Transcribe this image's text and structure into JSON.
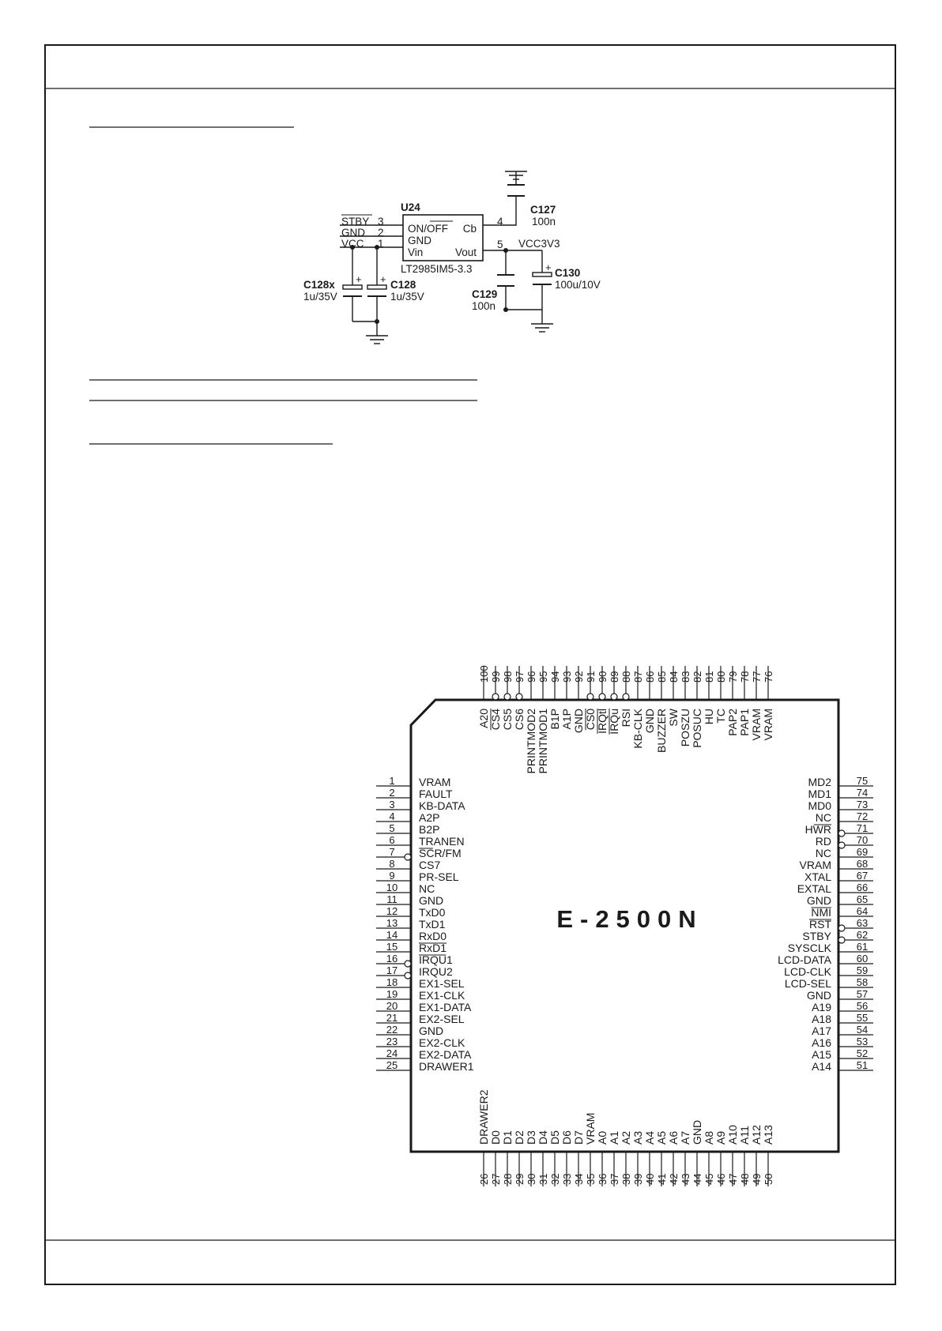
{
  "power": {
    "ref": "U24",
    "part": "LT2985IM5-3.3",
    "inner_left": [
      "ON/OFF",
      "GND",
      "Vin"
    ],
    "inner_right": [
      "Cb",
      "Vout"
    ],
    "signals": [
      "STBY",
      "GND",
      "VCC"
    ],
    "pin_numbers": [
      "3",
      "2",
      "1",
      "4",
      "5"
    ],
    "net_out": "VCC3V3",
    "caps": [
      {
        "ref": "C127",
        "value": "100n"
      },
      {
        "ref": "C128x",
        "value": "1u/35V"
      },
      {
        "ref": "C128",
        "value": "1u/35V"
      },
      {
        "ref": "C129",
        "value": "100n"
      },
      {
        "ref": "C130",
        "value": "100u/10V"
      }
    ],
    "polarity_mark": "+"
  },
  "chip": {
    "name": "E-2500N",
    "left": [
      {
        "n": "1",
        "s": "VRAM"
      },
      {
        "n": "2",
        "s": "FAULT"
      },
      {
        "n": "3",
        "s": "KB-DATA"
      },
      {
        "n": "4",
        "s": "A2P"
      },
      {
        "n": "5",
        "s": "B2P"
      },
      {
        "n": "6",
        "s": "TRANEN"
      },
      {
        "n": "7",
        "s": "SCR/FM"
      },
      {
        "n": "8",
        "s": "CS7"
      },
      {
        "n": "9",
        "s": "PR-SEL"
      },
      {
        "n": "10",
        "s": "NC"
      },
      {
        "n": "11",
        "s": "GND"
      },
      {
        "n": "12",
        "s": "TxD0"
      },
      {
        "n": "13",
        "s": "TxD1"
      },
      {
        "n": "14",
        "s": "RxD0"
      },
      {
        "n": "15",
        "s": "RxD1"
      },
      {
        "n": "16",
        "s": "IRQU1"
      },
      {
        "n": "17",
        "s": "IRQU2"
      },
      {
        "n": "18",
        "s": "EX1-SEL"
      },
      {
        "n": "19",
        "s": "EX1-CLK"
      },
      {
        "n": "20",
        "s": "EX1-DATA"
      },
      {
        "n": "21",
        "s": "EX2-SEL"
      },
      {
        "n": "22",
        "s": "GND"
      },
      {
        "n": "23",
        "s": "EX2-CLK"
      },
      {
        "n": "24",
        "s": "EX2-DATA"
      },
      {
        "n": "25",
        "s": "DRAWER1"
      }
    ],
    "right": [
      {
        "n": "75",
        "s": "MD2"
      },
      {
        "n": "74",
        "s": "MD1"
      },
      {
        "n": "73",
        "s": "MD0"
      },
      {
        "n": "72",
        "s": "NC"
      },
      {
        "n": "71",
        "s": "HWR"
      },
      {
        "n": "70",
        "s": "RD"
      },
      {
        "n": "69",
        "s": "NC"
      },
      {
        "n": "68",
        "s": "VRAM"
      },
      {
        "n": "67",
        "s": "XTAL"
      },
      {
        "n": "66",
        "s": "EXTAL"
      },
      {
        "n": "65",
        "s": "GND"
      },
      {
        "n": "64",
        "s": "NMI"
      },
      {
        "n": "63",
        "s": "RST"
      },
      {
        "n": "62",
        "s": "STBY"
      },
      {
        "n": "61",
        "s": "SYSCLK"
      },
      {
        "n": "60",
        "s": "LCD-DATA"
      },
      {
        "n": "59",
        "s": "LCD-CLK"
      },
      {
        "n": "58",
        "s": "LCD-SEL"
      },
      {
        "n": "57",
        "s": "GND"
      },
      {
        "n": "56",
        "s": "A19"
      },
      {
        "n": "55",
        "s": "A18"
      },
      {
        "n": "54",
        "s": "A17"
      },
      {
        "n": "53",
        "s": "A16"
      },
      {
        "n": "52",
        "s": "A15"
      },
      {
        "n": "51",
        "s": "A14"
      }
    ],
    "top": [
      {
        "n": "100",
        "s": "A20"
      },
      {
        "n": "99",
        "s": "CS4"
      },
      {
        "n": "98",
        "s": "CS5"
      },
      {
        "n": "97",
        "s": "CS6"
      },
      {
        "n": "96",
        "s": "PRINTMOD2"
      },
      {
        "n": "95",
        "s": "PRINTMOD1"
      },
      {
        "n": "94",
        "s": "B1P"
      },
      {
        "n": "93",
        "s": "A1P"
      },
      {
        "n": "92",
        "s": "GND"
      },
      {
        "n": "91",
        "s": "CS0"
      },
      {
        "n": "90",
        "s": "IRQtl"
      },
      {
        "n": "89",
        "s": "IRQu"
      },
      {
        "n": "88",
        "s": "RSI"
      },
      {
        "n": "87",
        "s": "KB-CLK"
      },
      {
        "n": "86",
        "s": "GND"
      },
      {
        "n": "85",
        "s": "BUZZER"
      },
      {
        "n": "84",
        "s": "SW"
      },
      {
        "n": "83",
        "s": "POSZU"
      },
      {
        "n": "82",
        "s": "POSUC"
      },
      {
        "n": "81",
        "s": "HU"
      },
      {
        "n": "80",
        "s": "TC"
      },
      {
        "n": "79",
        "s": "PAP2"
      },
      {
        "n": "78",
        "s": "PAP1"
      },
      {
        "n": "77",
        "s": "VRAM"
      },
      {
        "n": "76",
        "s": "VRAM"
      }
    ],
    "bottom": [
      {
        "n": "26",
        "s": "DRAWER2"
      },
      {
        "n": "27",
        "s": "D0"
      },
      {
        "n": "28",
        "s": "D1"
      },
      {
        "n": "29",
        "s": "D2"
      },
      {
        "n": "30",
        "s": "D3"
      },
      {
        "n": "31",
        "s": "D4"
      },
      {
        "n": "32",
        "s": "D5"
      },
      {
        "n": "33",
        "s": "D6"
      },
      {
        "n": "34",
        "s": "D7"
      },
      {
        "n": "35",
        "s": "VRAM"
      },
      {
        "n": "36",
        "s": "A0"
      },
      {
        "n": "37",
        "s": "A1"
      },
      {
        "n": "38",
        "s": "A2"
      },
      {
        "n": "39",
        "s": "A3"
      },
      {
        "n": "40",
        "s": "A4"
      },
      {
        "n": "41",
        "s": "A5"
      },
      {
        "n": "42",
        "s": "A6"
      },
      {
        "n": "43",
        "s": "A7"
      },
      {
        "n": "44",
        "s": "GND"
      },
      {
        "n": "45",
        "s": "A8"
      },
      {
        "n": "46",
        "s": "A9"
      },
      {
        "n": "47",
        "s": "A10"
      },
      {
        "n": "48",
        "s": "A11"
      },
      {
        "n": "49",
        "s": "A12"
      },
      {
        "n": "50",
        "s": "A13"
      }
    ]
  }
}
